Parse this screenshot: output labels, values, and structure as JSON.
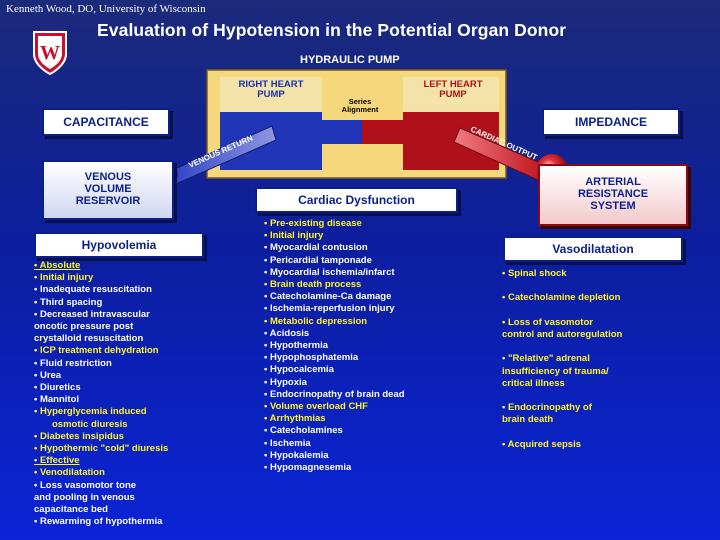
{
  "header": {
    "credit": "Kenneth Wood, DO, University of Wisconsin",
    "title": "Evaluation of Hypotension in the Potential Organ Donor"
  },
  "colors": {
    "background": "#0c1e9e",
    "right_heart": "#1a2fb4",
    "left_heart": "#b01019",
    "highlight": "#fff22e",
    "pump_frame": "#f5d77c"
  },
  "pump": {
    "title": "HYDRAULIC PUMP",
    "right_heart": "RIGHT HEART\nPUMP",
    "left_heart": "LEFT HEART\nPUMP",
    "series": "Series\nAlignment"
  },
  "boxes": {
    "capacitance": "CAPACITANCE",
    "impedance": "IMPEDANCE",
    "venous": "VENOUS\nVOLUME\nRESERVOIR",
    "arterial": "ARTERIAL\nRESISTANCE\nSYSTEM",
    "cardiac": "Cardiac Dysfunction",
    "hypovolemia": "Hypovolemia",
    "vasodilatation": "Vasodilatation"
  },
  "arrows": {
    "venous_return": "VENOUS RETURN",
    "cardiac_output": "CARDIAC OUTPUT"
  },
  "hypovolemia_list": [
    {
      "text": "• Absolute",
      "level": 1,
      "hl": true,
      "ul": true
    },
    {
      "text": "• Initial injury",
      "level": 2,
      "hl": true
    },
    {
      "text": "• Inadequate resuscitation",
      "level": 3
    },
    {
      "text": "• Third spacing",
      "level": 3
    },
    {
      "text": "• Decreased intravascular",
      "level": 3
    },
    {
      "text": "oncotic pressure post",
      "level": 4
    },
    {
      "text": "crystalloid resuscitation",
      "level": 4
    },
    {
      "text": "• ICP treatment dehydration",
      "level": 2,
      "hl": true
    },
    {
      "text": "• Fluid restriction",
      "level": 3
    },
    {
      "text": "• Urea",
      "level": 3
    },
    {
      "text": "• Diuretics",
      "level": 3
    },
    {
      "text": "• Mannitol",
      "level": 3
    },
    {
      "text": "• Hyperglycemia induced",
      "level": 2,
      "hl": true
    },
    {
      "text": "osmotic diuresis",
      "level": "2b",
      "hl": true
    },
    {
      "text": "• Diabetes insipidus",
      "level": 2,
      "hl": true
    },
    {
      "text": "• Hypothermic \"cold\" diuresis",
      "level": 2,
      "hl": true
    },
    {
      "text": "• Effective",
      "level": 1,
      "hl": true,
      "ul": true
    },
    {
      "text": "• Venodilatation",
      "level": 2,
      "hl": true
    },
    {
      "text": "• Loss vasomotor tone",
      "level": 3
    },
    {
      "text": "and pooling in venous",
      "level": 4
    },
    {
      "text": "capacitance bed",
      "level": 4
    },
    {
      "text": "• Rewarming of hypothermia",
      "level": 3
    }
  ],
  "cardiac_list": [
    {
      "text": "• Pre-existing disease",
      "level": 1,
      "hl": true
    },
    {
      "text": "• Initial injury",
      "level": 1,
      "hl": true
    },
    {
      "text": "• Myocardial contusion",
      "level": 3
    },
    {
      "text": "• Pericardial tamponade",
      "level": 3
    },
    {
      "text": "• Myocardial ischemia/infarct",
      "level": 3
    },
    {
      "text": "• Brain death process",
      "level": 1,
      "hl": true
    },
    {
      "text": "• Catecholamine-Ca damage",
      "level": 3
    },
    {
      "text": "• Ischemia-reperfusion injury",
      "level": 3
    },
    {
      "text": "• Metabolic depression",
      "level": 1,
      "hl": true
    },
    {
      "text": "• Acidosis",
      "level": 3
    },
    {
      "text": "• Hypothermia",
      "level": 3
    },
    {
      "text": "• Hypophosphatemia",
      "level": 3
    },
    {
      "text": "• Hypocalcemia",
      "level": 3
    },
    {
      "text": "• Hypoxia",
      "level": 3
    },
    {
      "text": "• Endocrinopathy of brain dead",
      "level": 3
    },
    {
      "text": "• Volume overload CHF",
      "level": 1,
      "hl": true
    },
    {
      "text": "• Arrhythmias",
      "level": 1,
      "hl": true
    },
    {
      "text": "• Catecholamines",
      "level": 3
    },
    {
      "text": "• Ischemia",
      "level": 3
    },
    {
      "text": "• Hypokalemia",
      "level": 3
    },
    {
      "text": "• Hypomagnesemia",
      "level": 3
    }
  ],
  "vaso_list": [
    {
      "text": "• Spinal shock",
      "level": 1,
      "hl": true
    },
    {
      "text": "",
      "level": 1
    },
    {
      "text": "• Catecholamine depletion",
      "level": 1,
      "hl": true
    },
    {
      "text": "",
      "level": 1
    },
    {
      "text": "• Loss of vasomotor",
      "level": 1,
      "hl": true
    },
    {
      "text": "control and autoregulation",
      "level": 2,
      "hl": true
    },
    {
      "text": "",
      "level": 1
    },
    {
      "text": "• \"Relative\" adrenal",
      "level": 1,
      "hl": true
    },
    {
      "text": "insufficiency of trauma/",
      "level": 2,
      "hl": true
    },
    {
      "text": "critical illness",
      "level": 2,
      "hl": true
    },
    {
      "text": "",
      "level": 1
    },
    {
      "text": "• Endocrinopathy of",
      "level": 1,
      "hl": true
    },
    {
      "text": "brain death",
      "level": 2,
      "hl": true
    },
    {
      "text": "",
      "level": 1
    },
    {
      "text": "• Acquired sepsis",
      "level": 1,
      "hl": true
    }
  ]
}
